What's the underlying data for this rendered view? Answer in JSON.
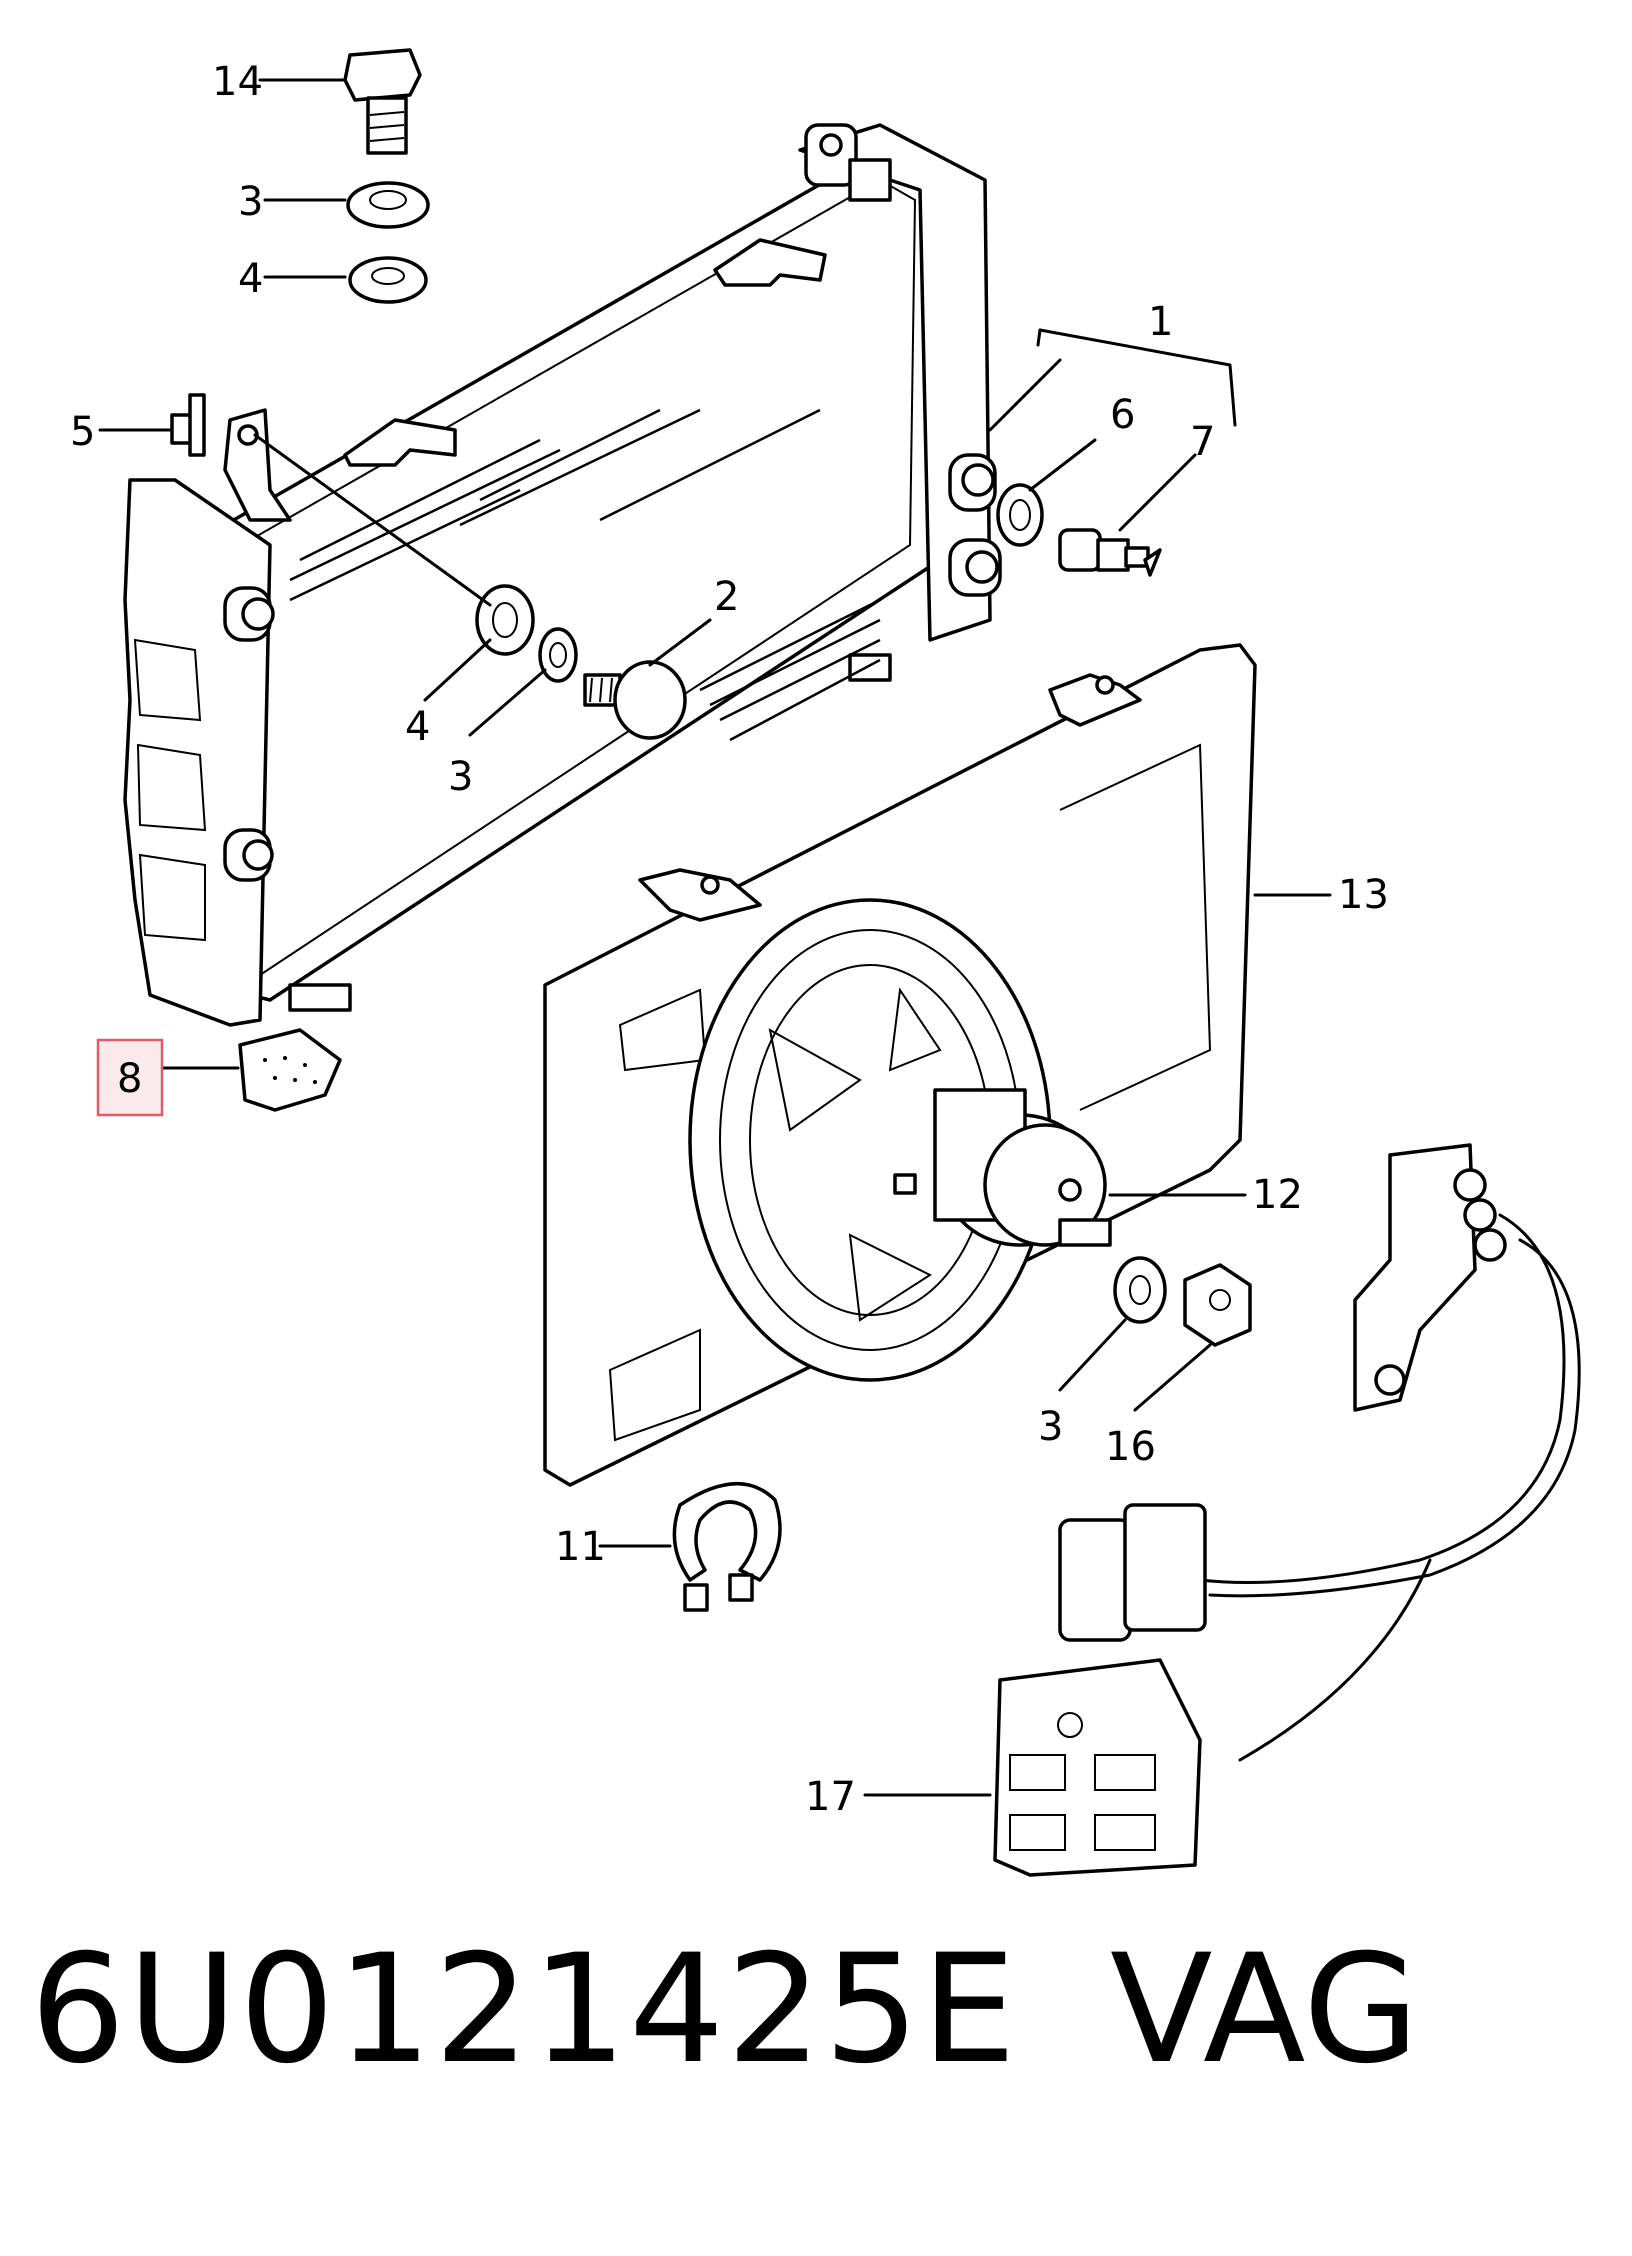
{
  "diagram": {
    "callouts": [
      {
        "id": "c14",
        "text": "14"
      },
      {
        "id": "c3a",
        "text": "3"
      },
      {
        "id": "c4a",
        "text": "4"
      },
      {
        "id": "c5",
        "text": "5"
      },
      {
        "id": "c1",
        "text": "1"
      },
      {
        "id": "c6",
        "text": "6"
      },
      {
        "id": "c7",
        "text": "7"
      },
      {
        "id": "c2",
        "text": "2"
      },
      {
        "id": "c4b",
        "text": "4"
      },
      {
        "id": "c3b",
        "text": "3"
      },
      {
        "id": "c13",
        "text": "13"
      },
      {
        "id": "c8",
        "text": "8"
      },
      {
        "id": "c12",
        "text": "12"
      },
      {
        "id": "c3c",
        "text": "3"
      },
      {
        "id": "c16",
        "text": "16"
      },
      {
        "id": "c11",
        "text": "11"
      },
      {
        "id": "c17",
        "text": "17"
      }
    ],
    "highlighted_callout": "8",
    "highlight_color": "#e05a6a"
  },
  "caption": {
    "part_number": "6U0121425E",
    "brand": "VAG"
  }
}
